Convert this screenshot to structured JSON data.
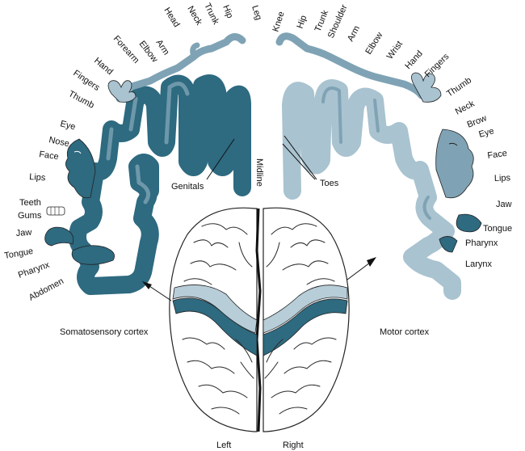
{
  "colors": {
    "sensory": "#2e6a80",
    "motor": "#a9c3d0",
    "motor_dark": "#7fa3b5",
    "brain_fill": "#ffffff",
    "outline": "#222222"
  },
  "labels": {
    "left_homunculus": [
      "Leg",
      "Hip",
      "Trunk",
      "Neck",
      "Head",
      "Arm",
      "Elbow",
      "Forearm",
      "Hand",
      "Fingers",
      "Thumb",
      "Eye",
      "Nose",
      "Face",
      "Lips",
      "Teeth",
      "Gums",
      "Jaw",
      "Tongue",
      "Pharynx",
      "Abdomen"
    ],
    "right_homunculus": [
      "Knee",
      "Hip",
      "Trunk",
      "Shoulder",
      "Arm",
      "Elbow",
      "Wrist",
      "Hand",
      "Fingers",
      "Thumb",
      "Neck",
      "Brow",
      "Eye",
      "Face",
      "Lips",
      "Jaw",
      "Tongue",
      "Pharynx",
      "Larynx"
    ],
    "genitals": "Genitals",
    "midline": "Midline",
    "toes": "Toes",
    "somatosensory": "Somatosensory cortex",
    "motor": "Motor cortex",
    "left": "Left",
    "right": "Right"
  }
}
